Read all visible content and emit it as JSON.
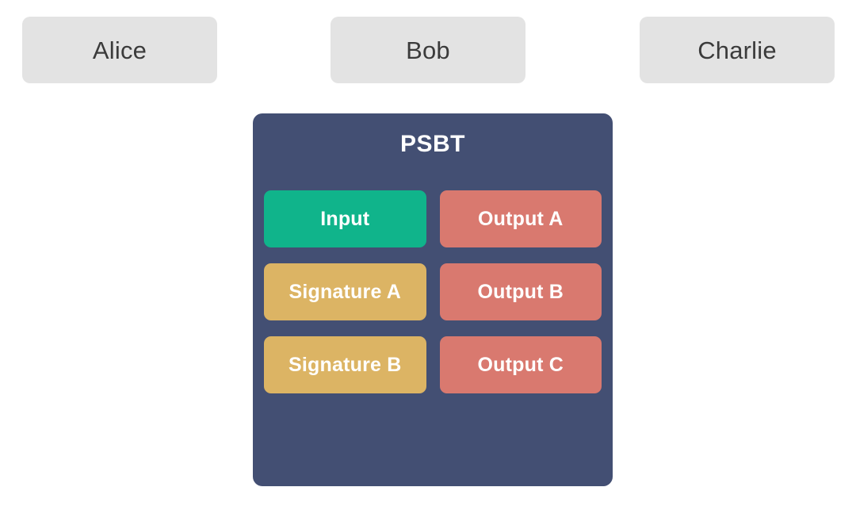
{
  "participants": [
    {
      "name": "Alice"
    },
    {
      "name": "Bob"
    },
    {
      "name": "Charlie"
    }
  ],
  "psbt": {
    "title": "PSBT",
    "rows": [
      {
        "left": "Input",
        "right": "Output A"
      },
      {
        "left": "Signature A",
        "right": "Output B"
      },
      {
        "left": "Signature B",
        "right": "Output C"
      }
    ]
  },
  "colors": {
    "page_background": "#ffffff",
    "participant_background": "#e3e3e3",
    "participant_text": "#3b3b3b",
    "psbt_background": "#434f73",
    "psbt_title_text": "#ffffff",
    "input_chip": "#10b48b",
    "signature_chip": "#dcb464",
    "output_chip": "#d9796f",
    "chip_text": "#ffffff"
  }
}
